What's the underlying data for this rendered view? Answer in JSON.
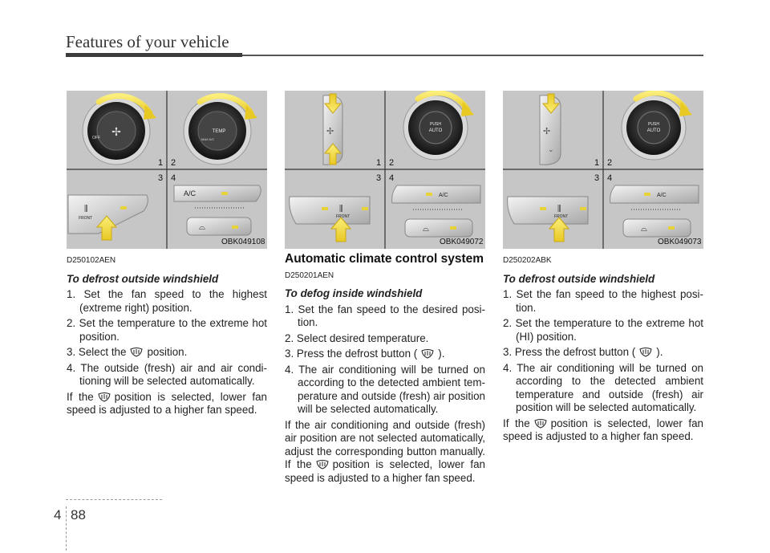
{
  "header": {
    "title": "Features of your vehicle"
  },
  "figures": [
    {
      "code": "OBK049108",
      "nums": [
        "1",
        "2",
        "3",
        "4"
      ],
      "labels": {
        "front": "FRONT",
        "ac": "A/C",
        "off": "OFF",
        "temp": "TEMP",
        "max": "MAX A/C"
      }
    },
    {
      "code": "OBK049072",
      "nums": [
        "1",
        "2",
        "3",
        "4"
      ],
      "labels": {
        "front": "FRONT",
        "ac": "A/C",
        "push": "PUSH",
        "auto": "AUTO"
      }
    },
    {
      "code": "OBK049073",
      "nums": [
        "1",
        "2",
        "3",
        "4"
      ],
      "labels": {
        "front": "FRONT",
        "ac": "A/C",
        "push": "PUSH",
        "auto": "AUTO"
      }
    }
  ],
  "col1": {
    "code": "D250102AEN",
    "heading": "To defrost outside windshield",
    "items": [
      "1. Set the fan speed to the highest (extreme right) position.",
      "2. Set the temperature to the extreme hot position."
    ],
    "item3_pre": "3. Select the",
    "item3_post": "position.",
    "item4": "4. The outside (fresh) air and air condi­tioning will be selected automatically.",
    "para_pre": "If the",
    "para_post": "position is selected, lower fan speed is adjusted to a higher fan speed."
  },
  "col2": {
    "section_title": "Automatic climate control system",
    "code": "D250201AEN",
    "heading": "To defog inside windshield",
    "items": [
      "1. Set the fan speed to the desired posi­tion.",
      "2. Select desired temperature."
    ],
    "item3_pre": "3. Press the defrost button (",
    "item3_post": ").",
    "item4": "4. The air conditioning will be turned on according to the detected ambient tem­perature and outside (fresh) air posi­tion will be selected automatically.",
    "para_pre": "If the air conditioning and outside (fresh) air position are not selected automatical­ly, adjust the corresponding button man­ually. If the",
    "para_post": "position is selected, lower fan speed is adjusted to a higher fan speed."
  },
  "col3": {
    "code": "D250202ABK",
    "heading": "To defrost outside windshield",
    "items": [
      "1. Set the fan speed to the highest posi­tion.",
      "2. Set the temperature to the extreme hot (HI) position."
    ],
    "item3_pre": "3. Press the defrost button (",
    "item3_post": ").",
    "item4": "4. The air conditioning will be turned on according to the detected ambient temperature and outside (fresh) air position will be selected automatically.",
    "para_pre": "If the",
    "para_post": "position is selected, lower fan speed is adjusted to a higher fan speed."
  },
  "footer": {
    "section": "4",
    "page": "88"
  },
  "colors": {
    "panel_bg": "#c6c6c6",
    "arrow_yellow": "#f2dc3c",
    "indicator": "#e8d23a"
  }
}
